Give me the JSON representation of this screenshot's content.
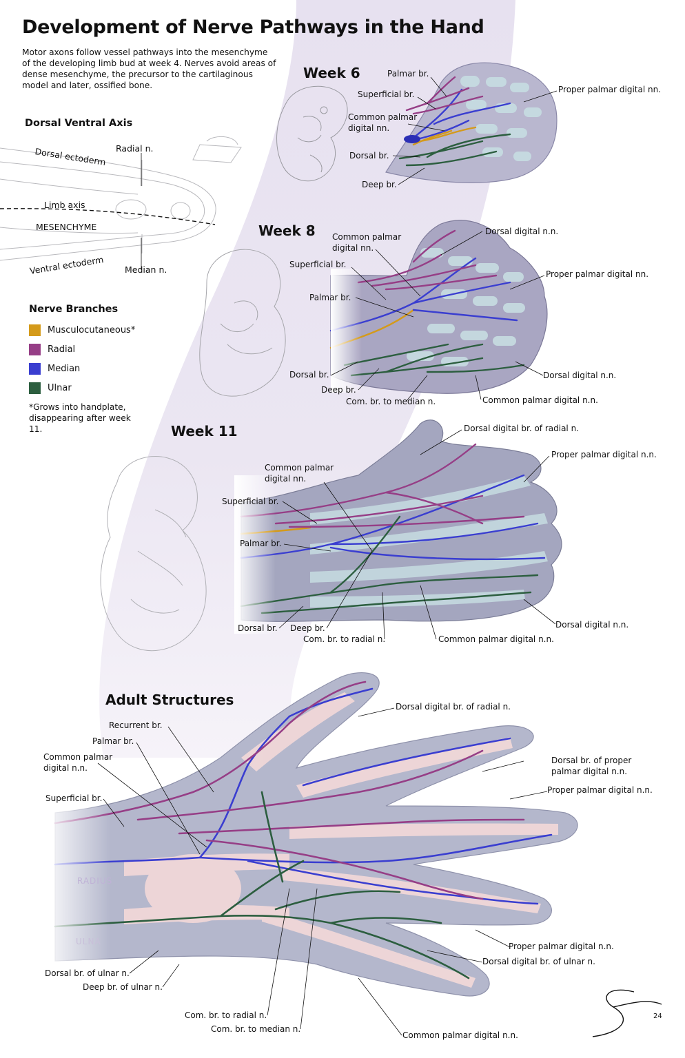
{
  "title": "Development of Nerve Pathways in the Hand",
  "intro": "Motor axons follow vessel pathways into the mesenchyme of the developing limb bud at week 4. Nerves avoid areas of dense mesenchyme, the precursor to the cartilaginous model and later, ossified bone.",
  "axis_panel": {
    "heading": "Dorsal Ventral Axis",
    "labels": {
      "dorsal_ectoderm": "Dorsal ectoderm",
      "radial_n": "Radial n.",
      "limb_axis": "Limb axis",
      "mesenchyme": "MESENCHYME",
      "ventral_ectoderm": "Ventral ectoderm",
      "median_n": "Median n."
    }
  },
  "legend": {
    "heading": "Nerve Branches",
    "items": [
      {
        "label": "Musculocutaneous*",
        "color": "#d49a1a"
      },
      {
        "label": "Radial",
        "color": "#963e86"
      },
      {
        "label": "Median",
        "color": "#3a3ed0"
      },
      {
        "label": "Ulnar",
        "color": "#2c5e3f"
      }
    ],
    "footnote": "*Grows into handplate, disappearing after week 11."
  },
  "week6": {
    "heading": "Week 6",
    "labels": {
      "palmar": "Palmar br.",
      "superficial": "Superficial br.",
      "common_palmar": "Common palmar digital nn.",
      "dorsal": "Dorsal br.",
      "deep": "Deep br.",
      "proper": "Proper palmar digital nn."
    }
  },
  "week8": {
    "heading": "Week 8",
    "labels": {
      "common_palmar": "Common palmar digital nn.",
      "superficial": "Superficial br.",
      "palmar": "Palmar br.",
      "dorsal": "Dorsal br.",
      "deep": "Deep br.",
      "com_median": "Com. br. to median n.",
      "dorsal_digital_top": "Dorsal digital n.n.",
      "proper": "Proper palmar digital nn.",
      "dorsal_digital_bottom": "Dorsal digital n.n.",
      "common_palmar_digital": "Common palmar digital n.n."
    }
  },
  "week11": {
    "heading": "Week 11",
    "labels": {
      "dorsal_digital_radial": "Dorsal digital br. of radial n.",
      "proper": "Proper palmar digital n.n.",
      "common_palmar": "Common palmar digital nn.",
      "superficial": "Superficial br.",
      "palmar": "Palmar br.",
      "dorsal": "Dorsal br.",
      "deep": "Deep br.",
      "com_radial": "Com. br. to radial n.",
      "common_palmar_digital": "Common palmar digital n.n.",
      "dorsal_digital": "Dorsal digital n.n."
    }
  },
  "adult": {
    "heading": "Adult Structures",
    "labels": {
      "recurrent": "Recurrent br.",
      "palmar": "Palmar br.",
      "common_palmar": "Common palmar digital n.n.",
      "superficial": "Superficial br.",
      "dorsal_digital_radial": "Dorsal digital br. of radial n.",
      "dorsal_proper": "Dorsal br. of proper palmar digital n.n.",
      "proper_top": "Proper palmar digital n.n.",
      "proper_bottom": "Proper palmar digital n.n.",
      "dorsal_digital_ulnar": "Dorsal digital br. of ulnar n.",
      "dorsal_ulnar": "Dorsal br. of ulnar n.",
      "deep_ulnar": "Deep br. of ulnar n.",
      "com_radial": "Com. br. to radial n.",
      "com_median": "Com. br. to median n.",
      "common_palmar_digital": "Common palmar digital n.n."
    },
    "bone_labels": {
      "radius": "RADIUS",
      "ulna": "ULNA"
    }
  },
  "signature": {
    "year": "24"
  }
}
